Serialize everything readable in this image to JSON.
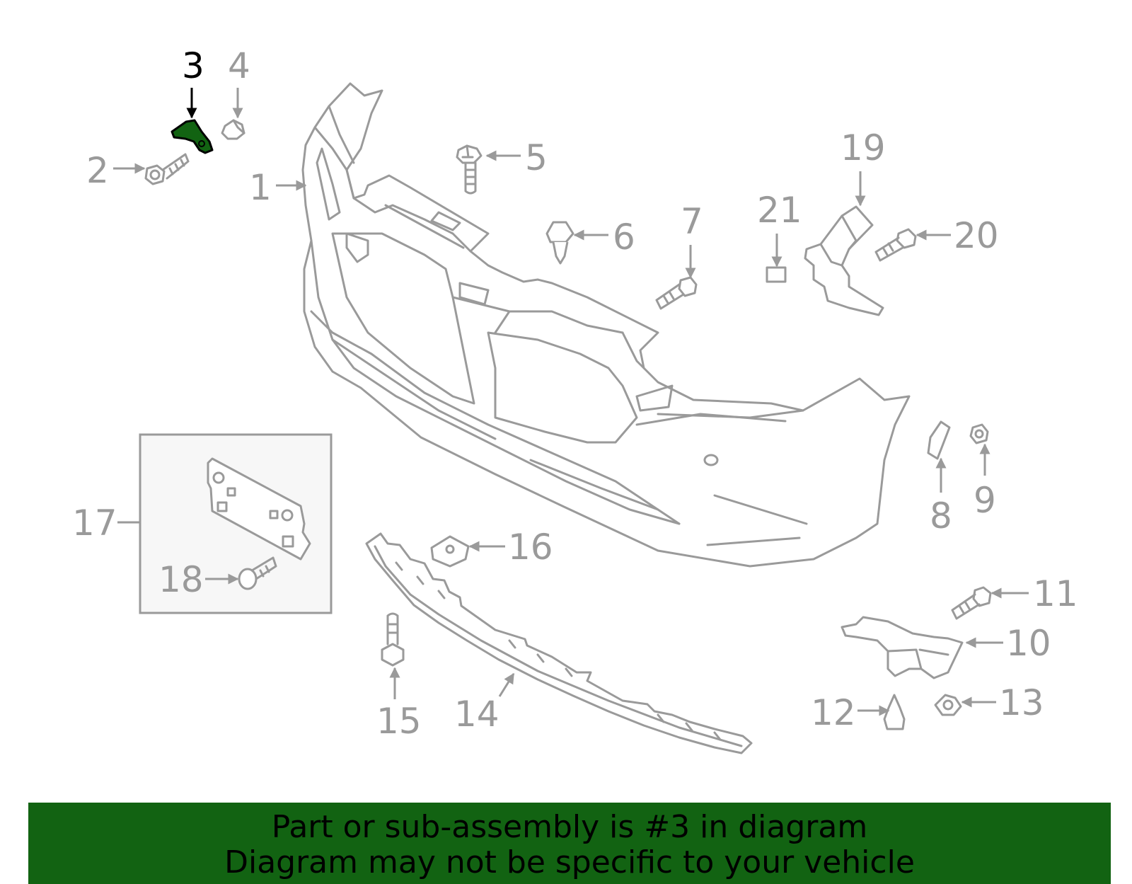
{
  "highlight": {
    "part_number": "3",
    "color": "#126312"
  },
  "callouts": [
    "1",
    "2",
    "3",
    "4",
    "5",
    "6",
    "7",
    "8",
    "9",
    "10",
    "11",
    "12",
    "13",
    "14",
    "15",
    "16",
    "17",
    "18",
    "19",
    "20",
    "21"
  ],
  "banner": {
    "line1": "Part or sub-assembly is #3 in diagram",
    "line2": "Diagram may not be specific to your vehicle"
  },
  "colors": {
    "line": "#9a9a9a",
    "banner_bg": "#126312",
    "highlight_part": "#126312"
  }
}
